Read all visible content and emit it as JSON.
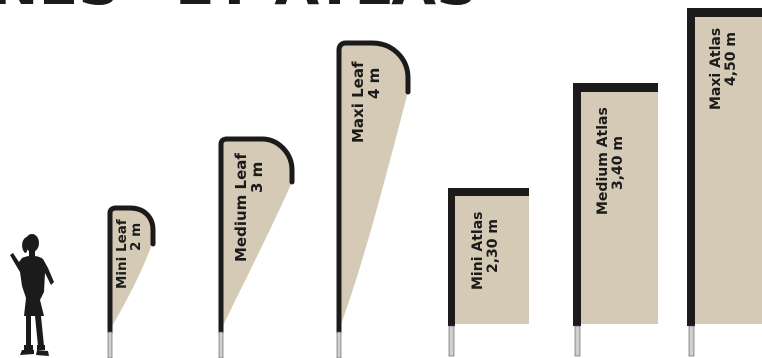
{
  "header": {
    "cropped_title_left": "P LINES",
    "cropped_title_right": "ET ATLAS"
  },
  "colors": {
    "fabric": "#d5cab5",
    "pole": "#1b1b1b",
    "base": "#cfcfcf",
    "background": "#ffffff"
  },
  "flags": [
    {
      "shape": "leaf",
      "name": "Mini Leaf",
      "size": "2 m"
    },
    {
      "shape": "leaf",
      "name": "Medium Leaf",
      "size": "3 m"
    },
    {
      "shape": "leaf",
      "name": "Maxi Leaf",
      "size": "4 m"
    },
    {
      "shape": "atlas",
      "name": "Mini Atlas",
      "size": "2,30 m"
    },
    {
      "shape": "atlas",
      "name": "Medium Atlas",
      "size": "3,40 m"
    },
    {
      "shape": "atlas",
      "name": "Maxi Atlas",
      "size": "4,50 m"
    }
  ],
  "person": {
    "icon": "woman-silhouette-icon"
  }
}
